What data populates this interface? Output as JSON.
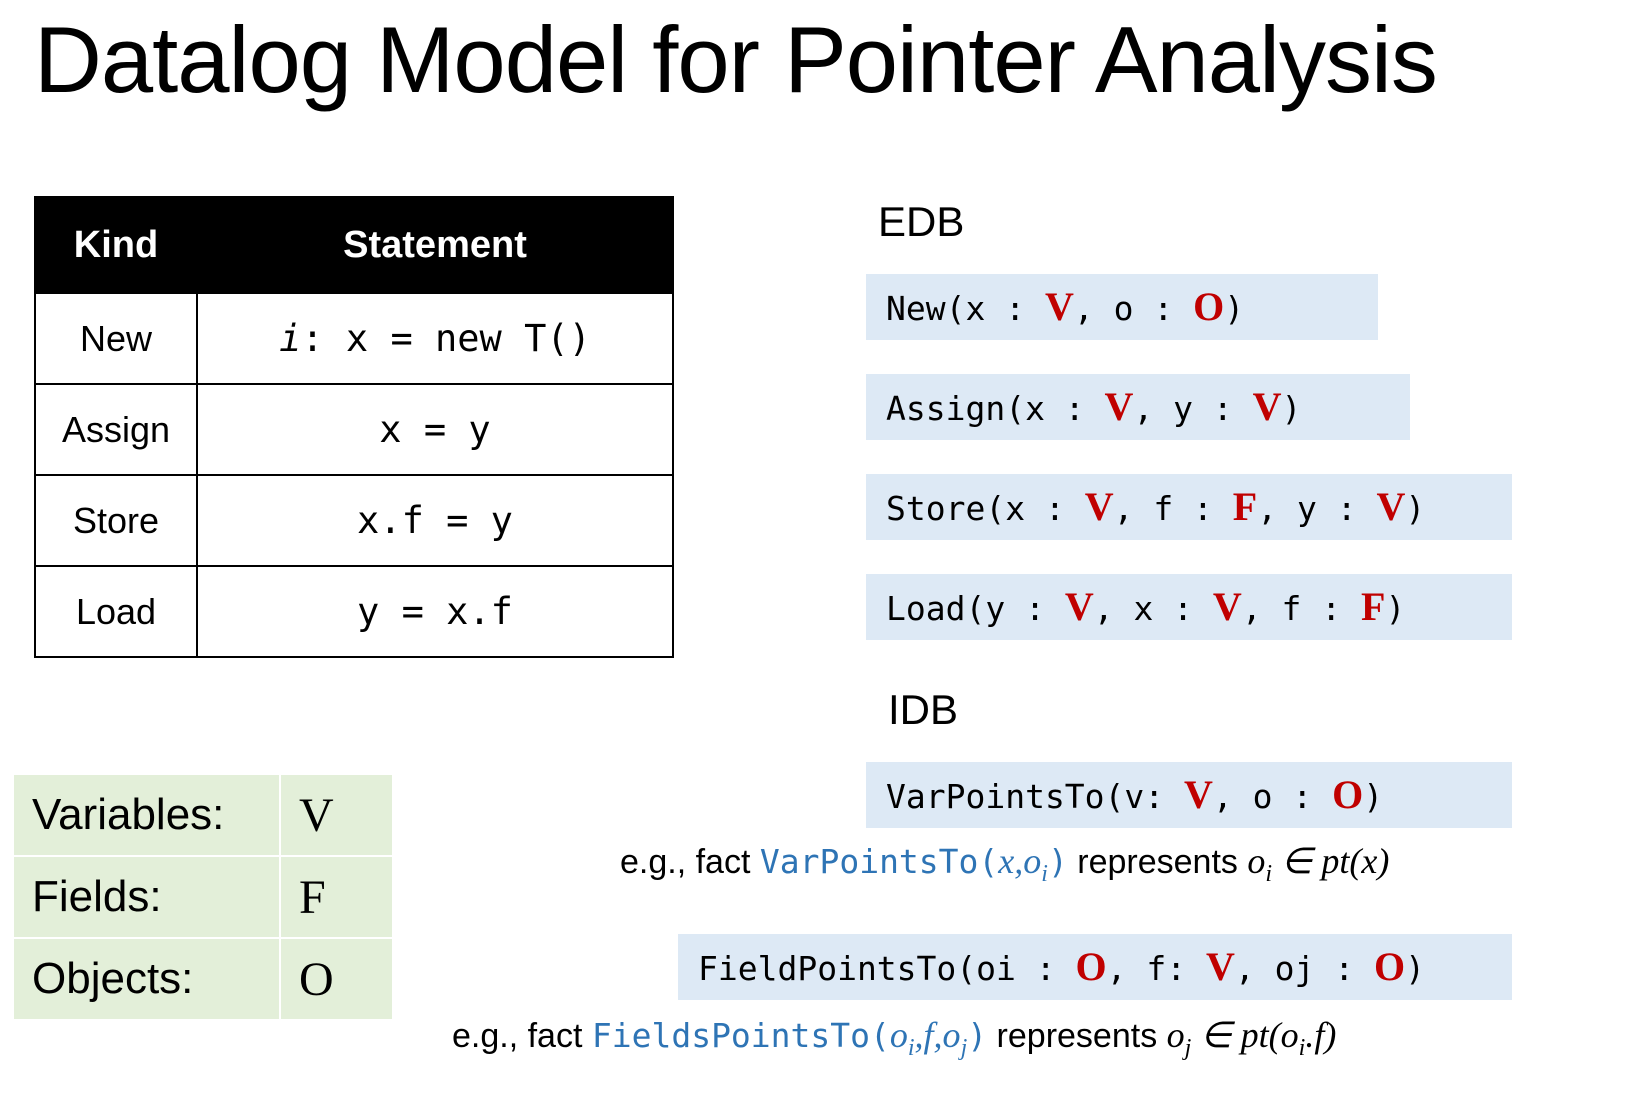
{
  "title": "Datalog Model for Pointer Analysis",
  "table": {
    "headers": [
      "Kind",
      "Statement"
    ],
    "rows": [
      {
        "kind": "New",
        "label_i": "i",
        "statement": ": x = new T()"
      },
      {
        "kind": "Assign",
        "statement": "x = y"
      },
      {
        "kind": "Store",
        "statement": "x.f = y"
      },
      {
        "kind": "Load",
        "statement": "y = x.f"
      }
    ]
  },
  "edb": {
    "label": "EDB",
    "relations": [
      {
        "parts": [
          "New(x : ",
          "V",
          ", o : ",
          "O",
          ")"
        ]
      },
      {
        "parts": [
          "Assign(x : ",
          "V",
          ", y : ",
          "V",
          ")"
        ]
      },
      {
        "parts": [
          "Store(x : ",
          "V",
          ", f : ",
          "F",
          ", y : ",
          "V",
          ")"
        ]
      },
      {
        "parts": [
          "Load(y : ",
          "V",
          ", x : ",
          "V",
          ", f : ",
          "F",
          ")"
        ]
      }
    ]
  },
  "idb": {
    "label": "IDB",
    "varpointsto": {
      "parts": [
        "VarPointsTo(v: ",
        "V",
        ", o : ",
        "O",
        ")"
      ]
    },
    "example1": {
      "prefix": "e.g., fact ",
      "code": "VarPointsTo(",
      "args": "x,o",
      "sub_i": "i",
      "close": ")",
      "mid": " represents ",
      "math": "o",
      "math_sub": "i",
      "math_rest": " ∈ pt(x)"
    },
    "fieldpointsto": {
      "parts": [
        "FieldPointsTo(oi : ",
        "O",
        ", f: ",
        "V",
        ", oj : ",
        "O",
        ")"
      ]
    },
    "example2": {
      "prefix": "e.g., fact ",
      "code": "FieldsPointsTo(",
      "args_a": "o",
      "args_a_sub": "i",
      "args_b": ",f,o",
      "args_b_sub": "j",
      "close": ")",
      "mid": " represents ",
      "math": "o",
      "math_sub": "j",
      "math_mid": " ∈ pt(o",
      "math_sub2": "i",
      "math_end": ".f)"
    }
  },
  "legend": [
    {
      "label": "Variables:",
      "symbol": "V"
    },
    {
      "label": "Fields:",
      "symbol": "F"
    },
    {
      "label": "Objects:",
      "symbol": "O"
    }
  ],
  "colors": {
    "type_red": "#c00000",
    "box_blue": "#dde9f5",
    "legend_green": "#e3efd9",
    "code_blue": "#2e74b5"
  }
}
